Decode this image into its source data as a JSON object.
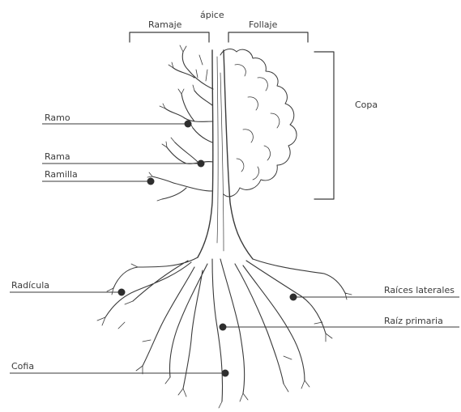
{
  "labels": {
    "apice": "ápice",
    "ramaje": "Ramaje",
    "follaje": "Follaje",
    "copa": "Copa",
    "ramo": "Ramo",
    "rama": "Rama",
    "ramilla": "Ramilla",
    "radicula": "Radícula",
    "raices_laterales": "Raíces laterales",
    "raiz_primaria": "Raíz primaria",
    "cofia": "Cofia"
  },
  "colors": {
    "ink": "#3a3a3a",
    "dot": "#2e2e2e",
    "background": "#ffffff"
  }
}
